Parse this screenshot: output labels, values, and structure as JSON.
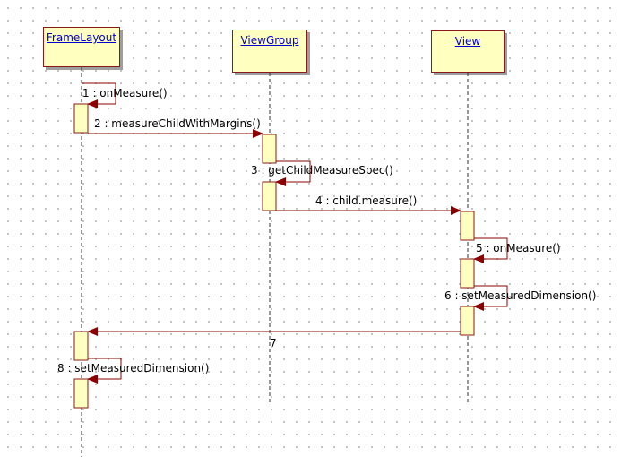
{
  "lifelines": [
    {
      "id": "frame",
      "name": "FrameLayout"
    },
    {
      "id": "group",
      "name": "ViewGroup"
    },
    {
      "id": "view",
      "name": "View"
    }
  ],
  "messages": [
    {
      "label": "1 : onMeasure()"
    },
    {
      "label": "2 : measureChildWithMargins()"
    },
    {
      "label": "3 : getChildMeasureSpec()"
    },
    {
      "label": "4 : child.measure()"
    },
    {
      "label": "5 : onMeasure()"
    },
    {
      "label": "6 : setMeasuredDimension()"
    },
    {
      "label": "7"
    },
    {
      "label": "8 : setMeasuredDimension()"
    }
  ],
  "colors": {
    "box_fill": "#ffffc0",
    "box_border": "#8b1a1a",
    "arrow": "#8b0000",
    "lifeline_name": "#0000cc",
    "grid_dot": "#b9b9b9"
  }
}
